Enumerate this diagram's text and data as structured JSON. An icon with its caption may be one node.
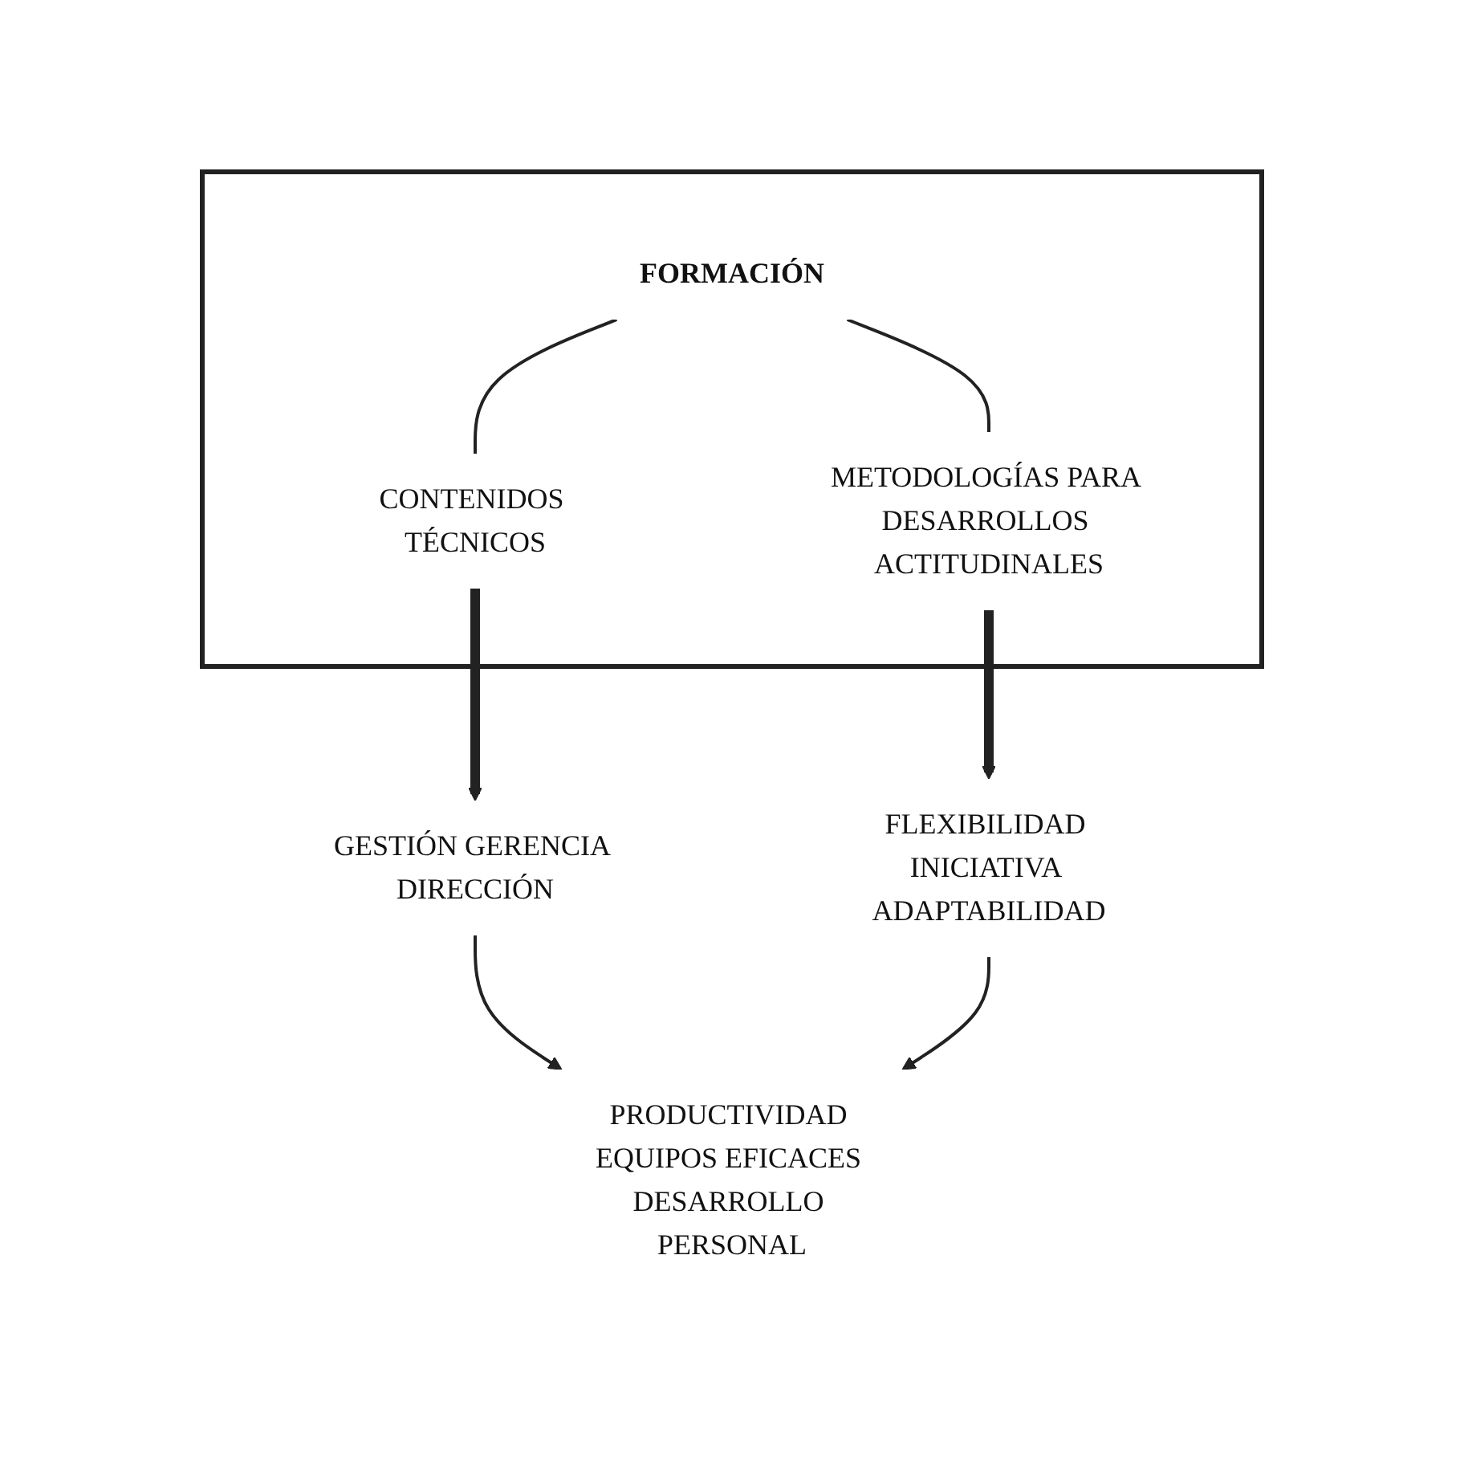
{
  "diagram": {
    "nodes": [
      {
        "text": [],
        "shape": "box"
      },
      {
        "text": [
          "FORMACIÓN"
        ],
        "in": 0
      },
      {
        "text": [
          "CONTENIDOS TÉCNICOS"
        ],
        "in": 0
      },
      {
        "text": [
          "METODOLOGÍAS PARA DESARROLLOS ACTITUDINALES"
        ],
        "in": 0
      },
      {
        "text": [
          "GESTIÓN GERENCIA DIRECCIÓN"
        ]
      },
      {
        "text": [
          "FLEXIBILIDAD INICIATIVA ADAPTABILIDAD"
        ]
      },
      {
        "text": [
          "PRODUCTIVIDAD EQUIPOS EFICACES DESARROLLO PERSONAL"
        ]
      }
    ],
    "edges": [
      {
        "from": 1,
        "to": 2,
        "arrow": "none"
      },
      {
        "from": 1,
        "to": 3,
        "arrow": "none"
      },
      {
        "from": 2,
        "to": 4,
        "arrow": "to",
        "style": "thick"
      },
      {
        "from": 3,
        "to": 5,
        "arrow": "to",
        "style": "thick"
      },
      {
        "from": 4,
        "to": 6,
        "arrow": "to"
      },
      {
        "from": 5,
        "to": 6,
        "arrow": "to"
      }
    ]
  }
}
